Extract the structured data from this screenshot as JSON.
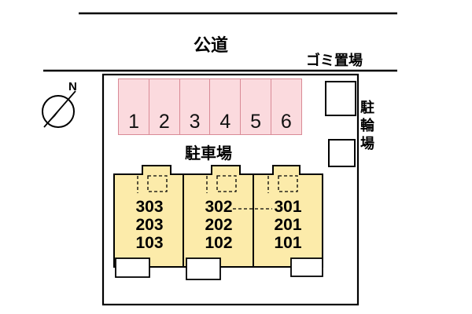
{
  "labels": {
    "road": "公道",
    "garbage_area": "ゴミ置場",
    "parking_lot": "駐車場",
    "bicycle_area": "駐輪場",
    "compass_north": "N"
  },
  "parking_stalls": [
    "1",
    "2",
    "3",
    "4",
    "5",
    "6"
  ],
  "building_units": [
    {
      "rooms": [
        "303",
        "203",
        "103"
      ]
    },
    {
      "rooms": [
        "302",
        "202",
        "102"
      ]
    },
    {
      "rooms": [
        "301",
        "201",
        "101"
      ]
    }
  ],
  "colors": {
    "parking_fill": "#fbdade",
    "parking_border": "#d98a96",
    "building_fill": "#fcebaa",
    "outline": "#000000",
    "background": "#ffffff"
  }
}
